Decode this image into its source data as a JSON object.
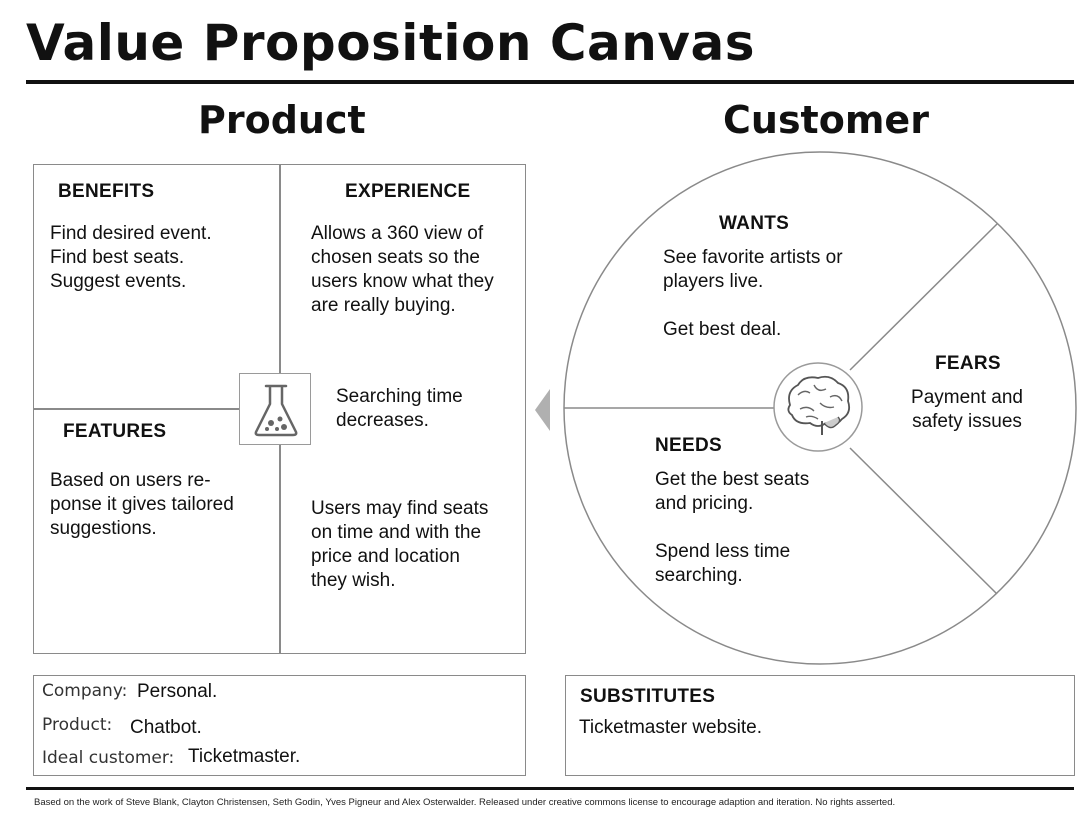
{
  "title": "Value Proposition Canvas",
  "product": {
    "heading": "Product",
    "benefits": {
      "title": "BENEFITS",
      "text": "Find desired event.\nFind best seats.\nSuggest events."
    },
    "experience": {
      "title": "EXPERIENCE",
      "text": "Allows a 360 view of\nchosen seats so the\nusers know what they\nare really buying."
    },
    "center_right_text": "Searching time\ndecreases.",
    "features": {
      "title": "FEATURES",
      "text": "Based on users re-\nponse it gives tailored\nsuggestions."
    },
    "bottom_right_text": "Users may find seats\non time and with the\nprice and location\nthey wish.",
    "icon": "flask-icon"
  },
  "customer": {
    "heading": "Customer",
    "wants": {
      "title": "WANTS",
      "text": "See favorite artists or\nplayers live.\n\nGet best deal."
    },
    "fears": {
      "title": "FEARS",
      "text": "Payment and\nsafety issues"
    },
    "needs": {
      "title": "NEEDS",
      "text": "Get the best seats\nand pricing.\n\nSpend less time\nsearching."
    },
    "icon": "brain-icon"
  },
  "info": {
    "company_label": "Company:",
    "company_value": "Personal.",
    "product_label": "Product:",
    "product_value": "Chatbot.",
    "customer_label": "Ideal customer:",
    "customer_value": "Ticketmaster."
  },
  "substitutes": {
    "title": "SUBSTITUTES",
    "text": "Ticketmaster website."
  },
  "footer": "Based on the work of Steve Blank, Clayton Christensen, Seth Godin, Yves Pigneur and Alex Osterwalder. Released under creative commons license to encourage adaption and iteration. No rights asserted.",
  "colors": {
    "line": "#8a8a8a",
    "text": "#111111"
  }
}
